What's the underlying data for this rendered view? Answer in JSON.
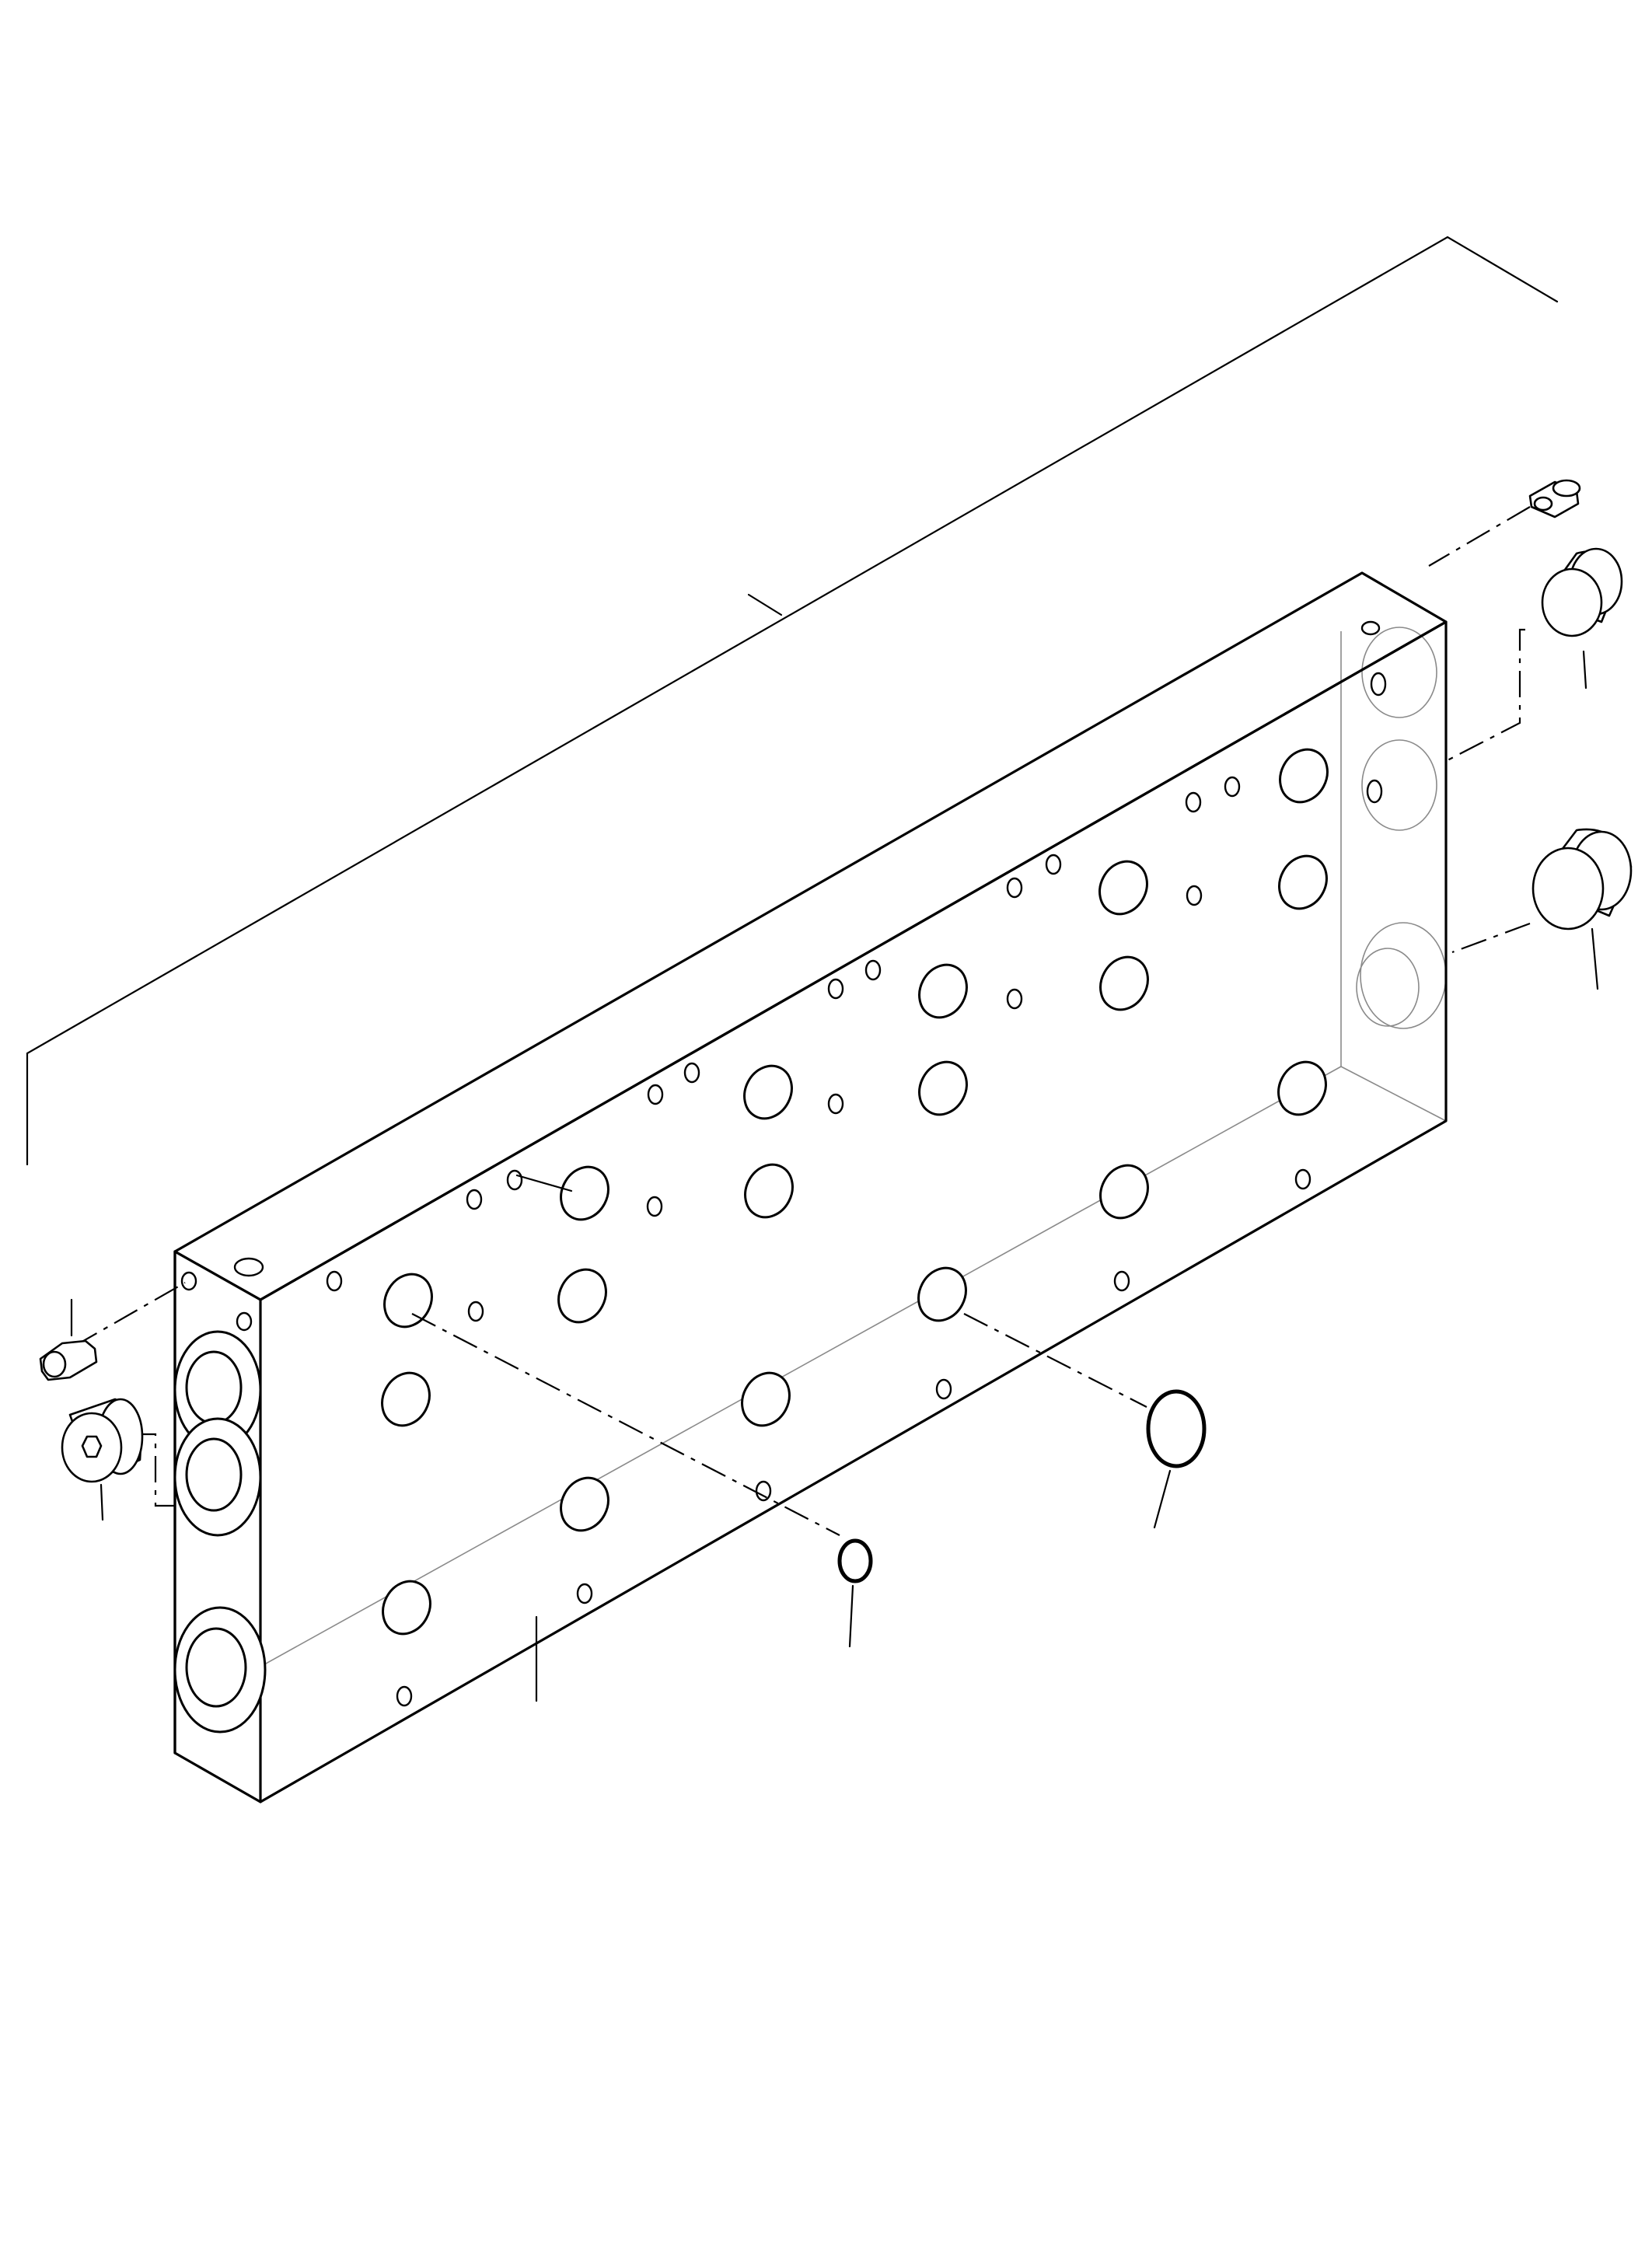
{
  "diagram": {
    "colors": {
      "line": "#000000",
      "hidden_line": "#8a8a8a",
      "background": "#ffffff"
    },
    "parts": [
      {
        "id": "manifold-block"
      },
      {
        "id": "plug-upper-right"
      },
      {
        "id": "plug-lower-right"
      },
      {
        "id": "screw-upper-right"
      },
      {
        "id": "plug-left"
      },
      {
        "id": "screw-left"
      },
      {
        "id": "o-ring-small"
      },
      {
        "id": "o-ring-large"
      }
    ]
  }
}
